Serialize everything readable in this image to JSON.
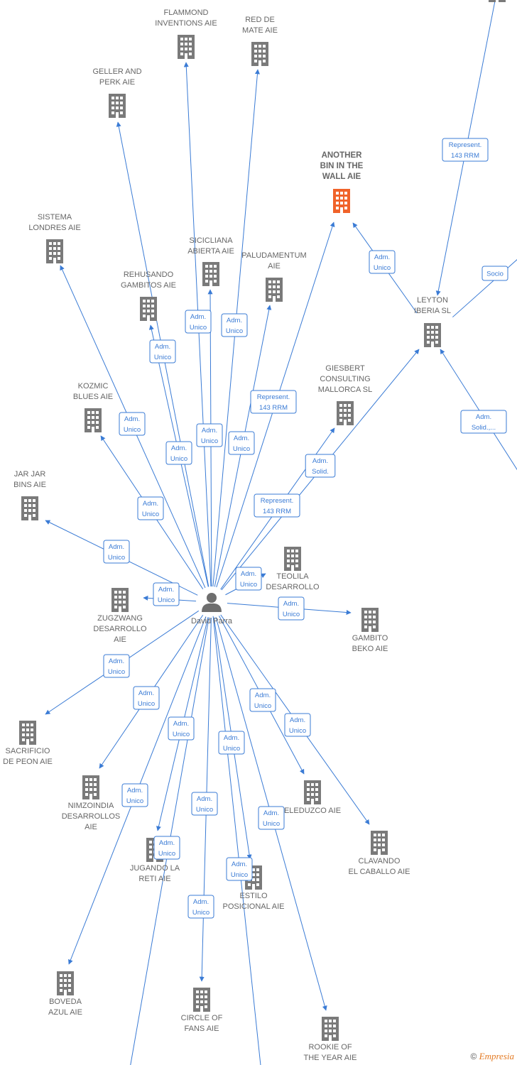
{
  "colors": {
    "edge": "#3a7bd5",
    "building": "#7a7a7a",
    "highlight": "#f0632a",
    "person": "#6e6e6e"
  },
  "center": {
    "id": "david",
    "label": [
      "David Parra"
    ],
    "icon": "person-icon"
  },
  "nodes": [
    {
      "id": "flammond",
      "label": [
        "FLAMMOND",
        "INVENTIONS  AIE"
      ],
      "icon": "building-icon"
    },
    {
      "id": "redmate",
      "label": [
        "RED DE",
        "MATE  AIE"
      ],
      "icon": "building-icon"
    },
    {
      "id": "geller",
      "label": [
        "GELLER AND",
        "PERK  AIE"
      ],
      "icon": "building-icon"
    },
    {
      "id": "another",
      "label": [
        "ANOTHER",
        "BIN IN THE",
        "WALL  AIE"
      ],
      "icon": "building-icon",
      "highlight": true
    },
    {
      "id": "sistema",
      "label": [
        "SISTEMA",
        "LONDRES  AIE"
      ],
      "icon": "building-icon"
    },
    {
      "id": "sicicliana",
      "label": [
        "SICICLIANA",
        "ABIERTA  AIE"
      ],
      "icon": "building-icon"
    },
    {
      "id": "paludamentum",
      "label": [
        "PALUDAMENTUM",
        "AIE"
      ],
      "icon": "building-icon"
    },
    {
      "id": "rehusando",
      "label": [
        "REHUSANDO",
        "GAMBITOS  AIE"
      ],
      "icon": "building-icon"
    },
    {
      "id": "leyton",
      "label": [
        "LEYTON",
        "IBERIA  SL"
      ],
      "icon": "building-icon"
    },
    {
      "id": "giesbert",
      "label": [
        "GIESBERT",
        "CONSULTING",
        "MALLORCA  SL"
      ],
      "icon": "building-icon"
    },
    {
      "id": "kozmic",
      "label": [
        "KOZMIC",
        "BLUES  AIE"
      ],
      "icon": "building-icon"
    },
    {
      "id": "jarjar",
      "label": [
        "JAR JAR",
        "BINS  AIE"
      ],
      "icon": "building-icon"
    },
    {
      "id": "teolila",
      "label": [
        "TEOLILA",
        "DESARROLLO"
      ],
      "icon": "building-icon"
    },
    {
      "id": "zugzwang",
      "label": [
        "ZUGZWANG",
        "DESARROLLO",
        "AIE"
      ],
      "icon": "building-icon"
    },
    {
      "id": "gambito",
      "label": [
        "GAMBITO",
        "BEKO  AIE"
      ],
      "icon": "building-icon"
    },
    {
      "id": "sacrificio",
      "label": [
        "SACRIFICIO",
        "DE PEON  AIE"
      ],
      "icon": "building-icon"
    },
    {
      "id": "nimzoindia",
      "label": [
        "NIMZOINDIA",
        "DESARROLLOS",
        "AIE"
      ],
      "icon": "building-icon"
    },
    {
      "id": "eleduzco",
      "label": [
        "ELEDUZCO  AIE"
      ],
      "icon": "building-icon"
    },
    {
      "id": "clavando",
      "label": [
        "CLAVANDO",
        "EL CABALLO  AIE"
      ],
      "icon": "building-icon"
    },
    {
      "id": "jugando",
      "label": [
        "JUGANDO LA",
        "RETI  AIE"
      ],
      "icon": "building-icon"
    },
    {
      "id": "estilo",
      "label": [
        "ESTILO",
        "POSICIONAL  AIE"
      ],
      "icon": "building-icon"
    },
    {
      "id": "boveda",
      "label": [
        "BOVEDA",
        "AZUL  AIE"
      ],
      "icon": "building-icon"
    },
    {
      "id": "circle",
      "label": [
        "CIRCLE OF",
        "FANS  AIE"
      ],
      "icon": "building-icon"
    },
    {
      "id": "rookie",
      "label": [
        "ROOKIE OF",
        "THE YEAR  AIE"
      ],
      "icon": "building-icon"
    },
    {
      "id": "ext_top",
      "label": [],
      "icon": "building-icon"
    }
  ],
  "edges": [
    {
      "from": "david",
      "to": "flammond",
      "label": [
        "Adm.",
        "Unico"
      ]
    },
    {
      "from": "david",
      "to": "redmate",
      "label": [
        "Adm.",
        "Unico"
      ]
    },
    {
      "from": "david",
      "to": "geller",
      "label": [
        "Adm.",
        "Unico"
      ]
    },
    {
      "from": "david",
      "to": "another",
      "label": [
        "Represent.",
        "143 RRM"
      ]
    },
    {
      "from": "david",
      "to": "sistema",
      "label": [
        "Adm.",
        "Unico"
      ]
    },
    {
      "from": "david",
      "to": "sicicliana",
      "label": [
        "Adm.",
        "Unico"
      ]
    },
    {
      "from": "david",
      "to": "paludamentum",
      "label": [
        "Adm.",
        "Unico"
      ]
    },
    {
      "from": "david",
      "to": "rehusando",
      "label": [
        "Adm.",
        "Unico"
      ]
    },
    {
      "from": "david",
      "to": "giesbert",
      "label": [
        "Adm.",
        "Solid."
      ]
    },
    {
      "from": "david",
      "to": "leyton",
      "label": [
        "Represent.",
        "143 RRM"
      ]
    },
    {
      "from": "david",
      "to": "kozmic",
      "label": [
        "Adm.",
        "Unico"
      ]
    },
    {
      "from": "david",
      "to": "jarjar",
      "label": [
        "Adm.",
        "Unico"
      ]
    },
    {
      "from": "david",
      "to": "teolila",
      "label": [
        "Adm.",
        "Unico"
      ]
    },
    {
      "from": "david",
      "to": "zugzwang",
      "label": [
        "Adm.",
        "Unico"
      ]
    },
    {
      "from": "david",
      "to": "gambito",
      "label": [
        "Adm.",
        "Unico"
      ]
    },
    {
      "from": "david",
      "to": "sacrificio",
      "label": [
        "Adm.",
        "Unico"
      ]
    },
    {
      "from": "david",
      "to": "nimzoindia",
      "label": [
        "Adm.",
        "Unico"
      ]
    },
    {
      "from": "david",
      "to": "eleduzco",
      "label": [
        "Adm.",
        "Unico"
      ]
    },
    {
      "from": "david",
      "to": "clavando",
      "label": [
        "Adm.",
        "Unico"
      ]
    },
    {
      "from": "david",
      "to": "jugando",
      "label": [
        "Adm.",
        "Unico"
      ]
    },
    {
      "from": "david",
      "to": "estilo",
      "label": [
        "Adm.",
        "Unico"
      ]
    },
    {
      "from": "david",
      "to": "boveda",
      "label": [
        "Adm.",
        "Unico"
      ]
    },
    {
      "from": "david",
      "to": "circle",
      "label": [
        "Adm.",
        "Unico"
      ]
    },
    {
      "from": "david",
      "to": "rookie",
      "label": [
        "Adm.",
        "Unico"
      ]
    },
    {
      "from": "david",
      "to": "off_bottom_left",
      "label": [
        "Adm.",
        "Unico"
      ]
    },
    {
      "from": "leyton",
      "to": "another",
      "label": [
        "Adm.",
        "Unico"
      ]
    },
    {
      "from": "ext_top",
      "to": "leyton",
      "label": [
        "Represent.",
        "143 RRM"
      ]
    },
    {
      "from": "leyton",
      "to": "off_right",
      "label": [
        "Socio"
      ]
    },
    {
      "from": "off_right_low",
      "to": "leyton",
      "label": [
        "Adm.",
        "Solid.,..."
      ]
    },
    {
      "from": "off_bottom_mid",
      "to": "david",
      "label": []
    }
  ],
  "footer": {
    "copyright": "©",
    "brand": "Empresia"
  }
}
